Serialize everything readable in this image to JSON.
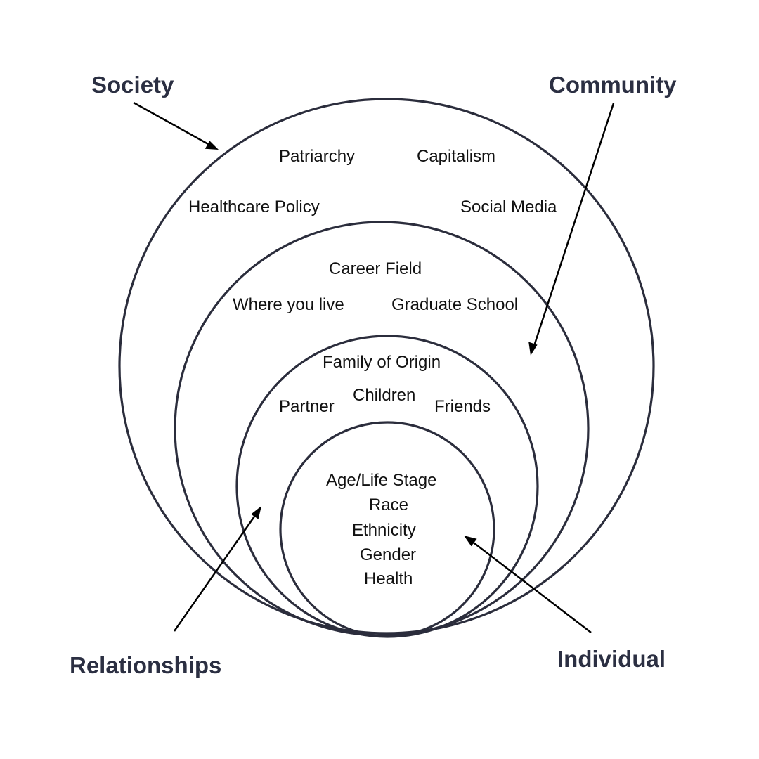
{
  "colors": {
    "ring_stroke": "#2b2d3c",
    "level_label": "#2b2f42",
    "item_text": "#111111",
    "arrow": "#000000",
    "background": "#ffffff"
  },
  "levels": {
    "society": "Society",
    "community": "Community",
    "relationships": "Relationships",
    "individual": "Individual"
  },
  "society_items": [
    "Patriarchy",
    "Capitalism",
    "Healthcare Policy",
    "Social Media"
  ],
  "community_items": [
    "Career Field",
    "Where you live",
    "Graduate School"
  ],
  "relationship_items": [
    "Family of Origin",
    "Partner",
    "Children",
    "Friends"
  ],
  "individual_items": [
    "Age/Life Stage",
    "Race",
    "Ethnicity",
    "Gender",
    "Health"
  ]
}
